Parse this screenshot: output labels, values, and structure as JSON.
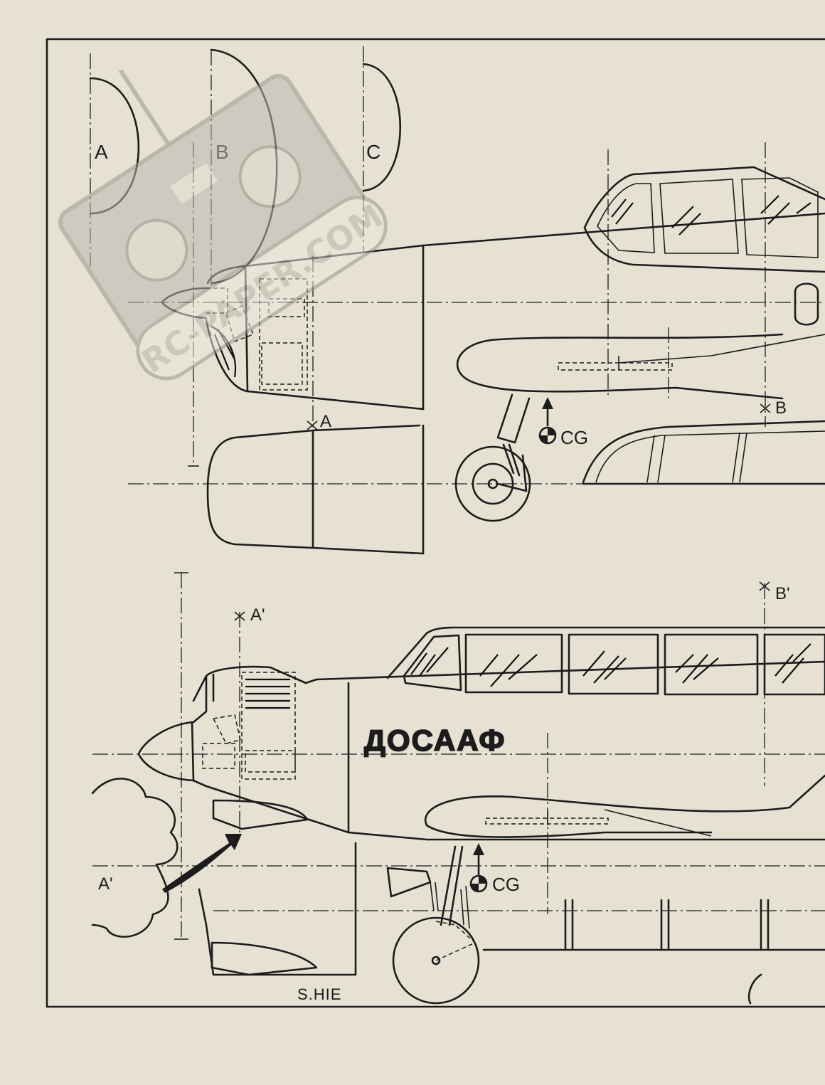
{
  "colors": {
    "paper": "#e6e1d3",
    "ink": "#1c1c1c",
    "watermark": "#b3afa5"
  },
  "watermark": {
    "text": "RC-PAPER.COM",
    "icon": "rc-transmitter-icon"
  },
  "sections": {
    "a": "A",
    "b": "B",
    "c": "C"
  },
  "markers": {
    "station_a": "A",
    "station_b": "B",
    "station_a2": "A'",
    "station_b2": "B'",
    "station_a3": "A'"
  },
  "cg": {
    "top": "CG",
    "bottom": "CG"
  },
  "insignia": "ДОСААФ",
  "signature": "S.HIE"
}
